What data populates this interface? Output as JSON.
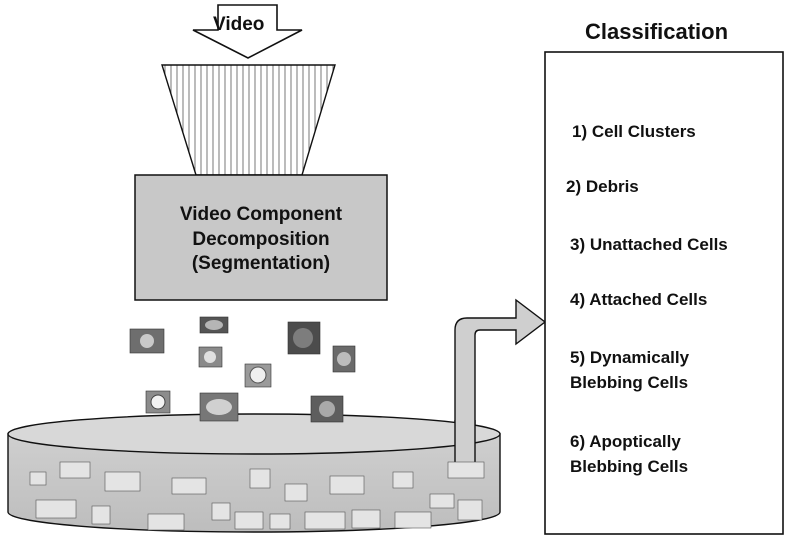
{
  "input": {
    "label": "Video",
    "icon": "down-arrow-icon"
  },
  "funnel": {
    "icon": "funnel-icon"
  },
  "decomposition": {
    "line1": "Video Component",
    "line2": "Decomposition",
    "line3": "(Segmentation)"
  },
  "classification": {
    "title": "Classification",
    "items": [
      {
        "line1": "1) Cell Clusters"
      },
      {
        "line1": "2) Debris"
      },
      {
        "line1": "3) Unattached Cells"
      },
      {
        "line1": "4) Attached Cells"
      },
      {
        "line1": "5) Dynamically",
        "line2": "Blebbing Cells"
      },
      {
        "line1": "6) Apoptically",
        "line2": "Blebbing Cells"
      }
    ]
  },
  "colors": {
    "box_fill": "#c8c8c8",
    "stroke": "#111111",
    "dish_fill": "#c4c4c4",
    "dish_top": "#d8d8d8",
    "classification_bg": "#ffffff"
  }
}
